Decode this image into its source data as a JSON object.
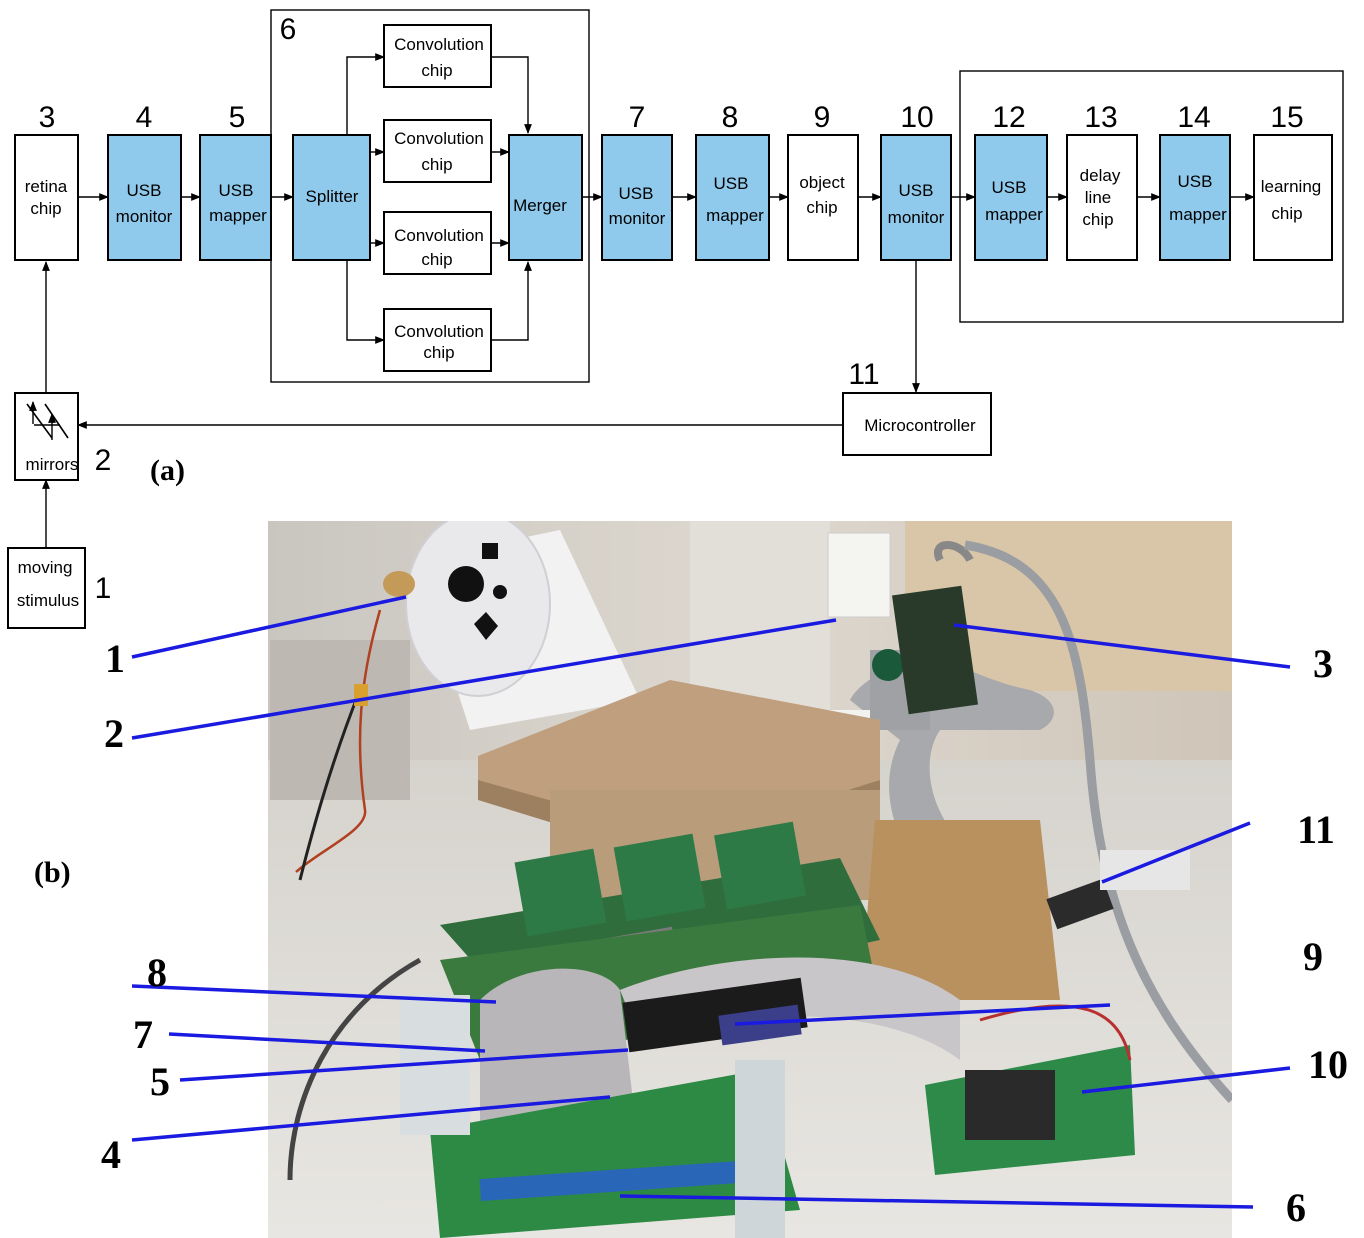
{
  "panels": {
    "a": "(a)",
    "b": "(b)"
  },
  "blocks": [
    {
      "id": "retina",
      "number": "3",
      "lines": [
        "retina",
        "chip"
      ]
    },
    {
      "id": "usbmon1",
      "number": "4",
      "lines": [
        "USB",
        "monitor"
      ]
    },
    {
      "id": "usbmap1",
      "number": "5",
      "lines": [
        "USB",
        "mapper"
      ]
    },
    {
      "id": "splitter",
      "number": "6",
      "lines": [
        "Splitter"
      ]
    },
    {
      "id": "conv1",
      "lines": [
        "Convolution",
        "chip"
      ]
    },
    {
      "id": "conv2",
      "lines": [
        "Convolution",
        "chip"
      ]
    },
    {
      "id": "conv3",
      "lines": [
        "Convolution",
        "chip"
      ]
    },
    {
      "id": "conv4",
      "lines": [
        "Convolution",
        "chip"
      ]
    },
    {
      "id": "merger",
      "lines": [
        "Merger"
      ]
    },
    {
      "id": "usbmon2",
      "number": "7",
      "lines": [
        "USB",
        "monitor"
      ]
    },
    {
      "id": "usbmap2",
      "number": "8",
      "lines": [
        "USB",
        "mapper"
      ]
    },
    {
      "id": "object",
      "number": "9",
      "lines": [
        "object",
        "chip"
      ]
    },
    {
      "id": "usbmon3",
      "number": "10",
      "lines": [
        "USB",
        "monitor"
      ]
    },
    {
      "id": "usbmap3",
      "number": "12",
      "lines": [
        "USB",
        "mapper"
      ]
    },
    {
      "id": "delay",
      "number": "13",
      "lines": [
        "delay",
        "line",
        "chip"
      ]
    },
    {
      "id": "usbmap4",
      "number": "14",
      "lines": [
        "USB",
        "mapper"
      ]
    },
    {
      "id": "learning",
      "number": "15",
      "lines": [
        "learning",
        "chip"
      ]
    },
    {
      "id": "micro",
      "number": "11",
      "lines": [
        "Microcontroller"
      ]
    },
    {
      "id": "mirrors",
      "number": "2",
      "lines": [
        "mirrors"
      ]
    },
    {
      "id": "stimulus",
      "number": "1",
      "lines": [
        "moving",
        "stimulus"
      ]
    }
  ],
  "callouts": [
    "1",
    "2",
    "3",
    "4",
    "5",
    "6",
    "7",
    "8",
    "9",
    "10",
    "11"
  ],
  "colors": {
    "usb_block": "#8fcaec",
    "leader_line": "#1a1ae0"
  }
}
